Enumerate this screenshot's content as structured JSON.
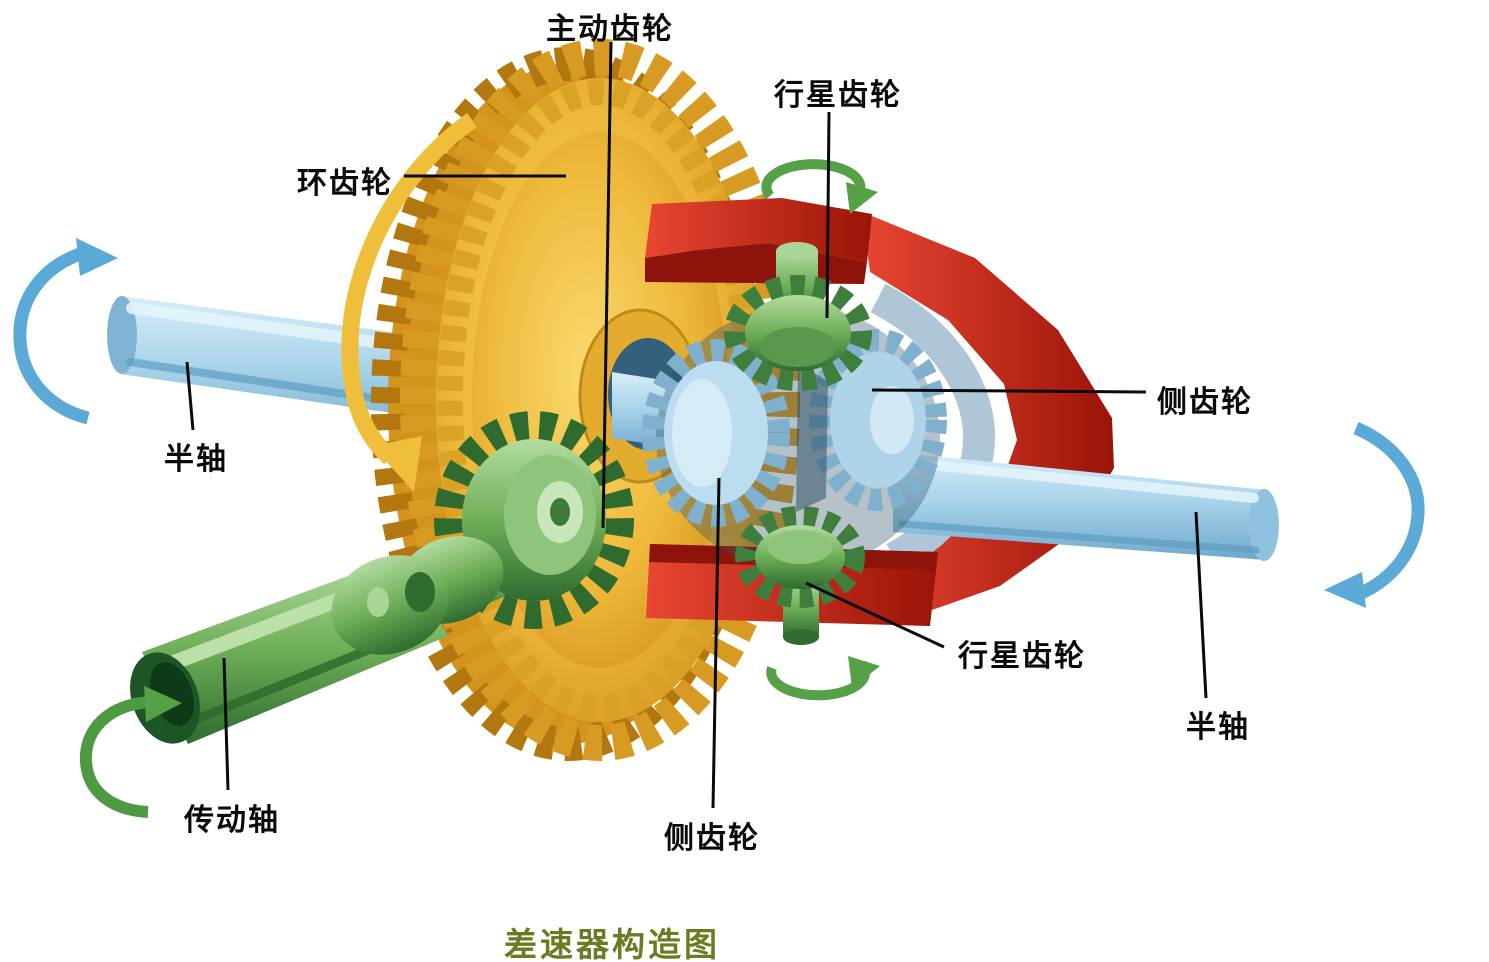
{
  "title": "差速器构造图",
  "labels": {
    "drive_pinion": "主动齿轮",
    "planet_gear_top": "行星齿轮",
    "ring_gear": "环齿轮",
    "axle_shaft_left": "半轴",
    "side_gear_right": "侧齿轮",
    "planet_gear_bottom": "行星齿轮",
    "axle_shaft_right": "半轴",
    "drive_shaft": "传动轴",
    "side_gear_bottom": "侧齿轮"
  },
  "colors": {
    "ring_gear_yellow": "#EEB93B",
    "axle_blue": "#A9D4EA",
    "case_red": "#D22B1E",
    "gear_green": "#6FAE58",
    "arrow_blue": "#5AA9D6",
    "arrow_yellow": "#EFBE3A",
    "arrow_green": "#56A047",
    "label_text": "#0A0A0A",
    "title_text": "#6E7A21"
  }
}
